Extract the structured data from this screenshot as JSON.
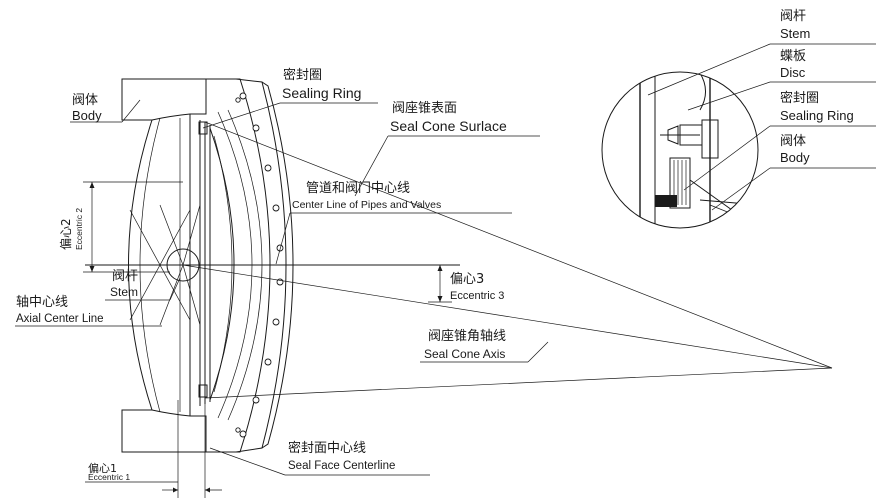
{
  "labels": {
    "body_zh": "阀体",
    "body_en": "Body",
    "sealing_ring_zh": "密封圈",
    "sealing_ring_en": "Sealing Ring",
    "seal_cone_surface_zh": "阀座锥表面",
    "seal_cone_surface_en": "Seal Cone Surlace",
    "center_line_zh": "管道和阀门中心线",
    "center_line_en": "Center Line of Pipes and Valves",
    "eccentric2_zh": "偏心2",
    "eccentric2_en": "Eccentric 2",
    "stem_zh": "阀杆",
    "stem_en": "Stem",
    "eccentric3_zh": "偏心3",
    "eccentric3_en": "Eccentric 3",
    "axial_center_zh": "轴中心线",
    "axial_center_en": "Axial Center Line",
    "seal_cone_axis_zh": "阀座锥角轴线",
    "seal_cone_axis_en": "Seal Cone Axis",
    "seal_face_zh": "密封面中心线",
    "seal_face_en": "Seal Face Centerline",
    "eccentric1_zh": "偏心1",
    "eccentric1_en": "Eccentric 1"
  },
  "detail": {
    "stem_zh": "阀杆",
    "stem_en": "Stem",
    "disc_zh": "蝶板",
    "disc_en": "Disc",
    "sealing_ring_zh": "密封圈",
    "sealing_ring_en": "Sealing Ring",
    "body_zh": "阀体",
    "body_en": "Body"
  }
}
